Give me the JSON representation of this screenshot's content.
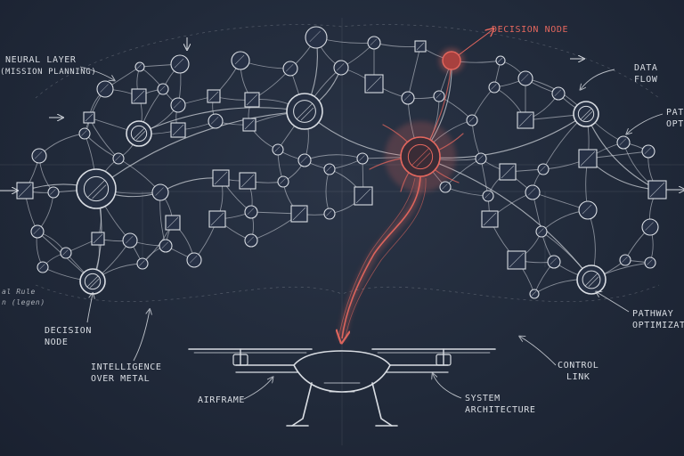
{
  "labels": {
    "neural_layer": "NEURAL LAYER",
    "mission_planning": "(MISSION PLANNING)",
    "decision_node_top": "DECISION NODE",
    "data_flow_1": "DATA",
    "data_flow_2": "FLOW",
    "path_opt_1": "PATH",
    "path_opt_2": "OPTI",
    "decision_node_1": "DECISION",
    "decision_node_2": "NODE",
    "intelligence_1": "INTELLIGENCE",
    "intelligence_2": "OVER METAL",
    "airframe": "AIRFRAME",
    "system_1": "SYSTEM",
    "system_2": "ARCHITECTURE",
    "control_1": "CONTROL",
    "control_2": "LINK",
    "pathway_1": "PATHWAY",
    "pathway_2": "OPTIMIZATI",
    "scribble_1": "al Rule",
    "scribble_2": "n (legen)"
  },
  "colors": {
    "ink": "#d9dde3",
    "accent": "#e4675e",
    "background": "#212a3a"
  }
}
